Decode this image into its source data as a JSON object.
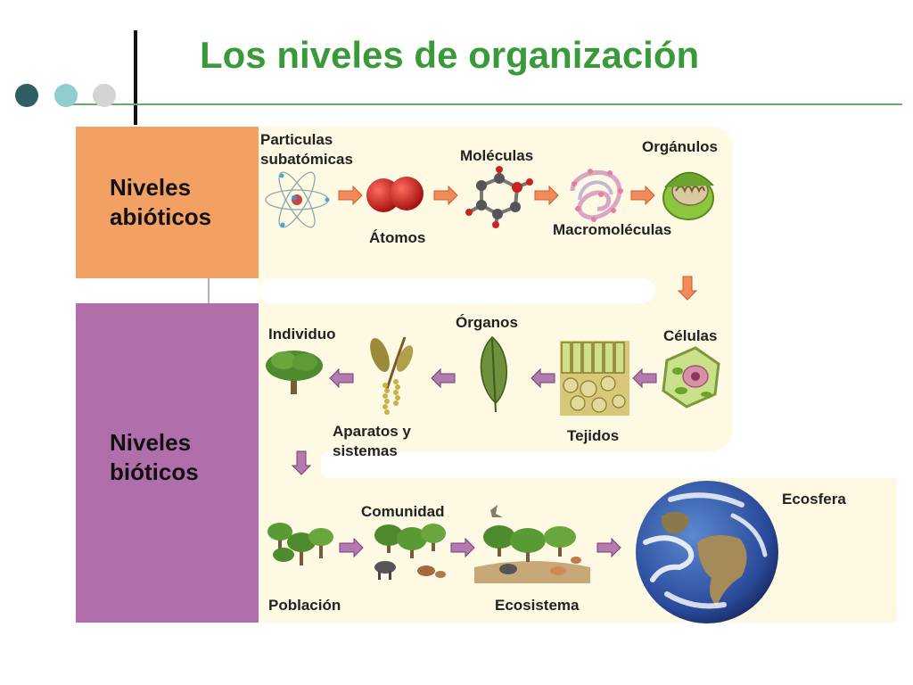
{
  "title": "Los niveles de organización",
  "colors": {
    "title": "#3a9a3a",
    "abiotic": "#f2a064",
    "biotic": "#b06fab",
    "band": "#fdf9e3",
    "arrow_orange": "#f28a5a",
    "arrow_purple": "#a65ea0",
    "dots": [
      "#2f5f63",
      "#8fcdd0",
      "#d4d4d4"
    ]
  },
  "categories": {
    "abiotic": "Niveles\nabióticos",
    "biotic": "Niveles\nbióticos"
  },
  "levels": {
    "particulas": "Particulas\nsubatómicas",
    "atomos": "Átomos",
    "moleculas": "Moléculas",
    "macromoleculas": "Macromoléculas",
    "organulos": "Orgánulos",
    "celulas": "Células",
    "tejidos": "Tejidos",
    "organos": "Órganos",
    "aparatos": "Aparatos y\nsistemas",
    "individuo": "Individuo",
    "poblacion": "Población",
    "comunidad": "Comunidad",
    "ecosistema": "Ecosistema",
    "ecosfera": "Ecosfera"
  },
  "icons": {
    "particulas": "atom-icon",
    "atomos": "atoms-icon",
    "moleculas": "molecule-icon",
    "macromoleculas": "macromolecule-icon",
    "organulos": "mitochondrion-icon",
    "celulas": "cell-icon",
    "tejidos": "tissue-icon",
    "organos": "leaf-icon",
    "aparatos": "flowering-branch-icon",
    "individuo": "tree-icon",
    "poblacion": "tree-group-icon",
    "comunidad": "community-icon",
    "ecosistema": "ecosystem-icon",
    "ecosfera": "earth-icon"
  }
}
